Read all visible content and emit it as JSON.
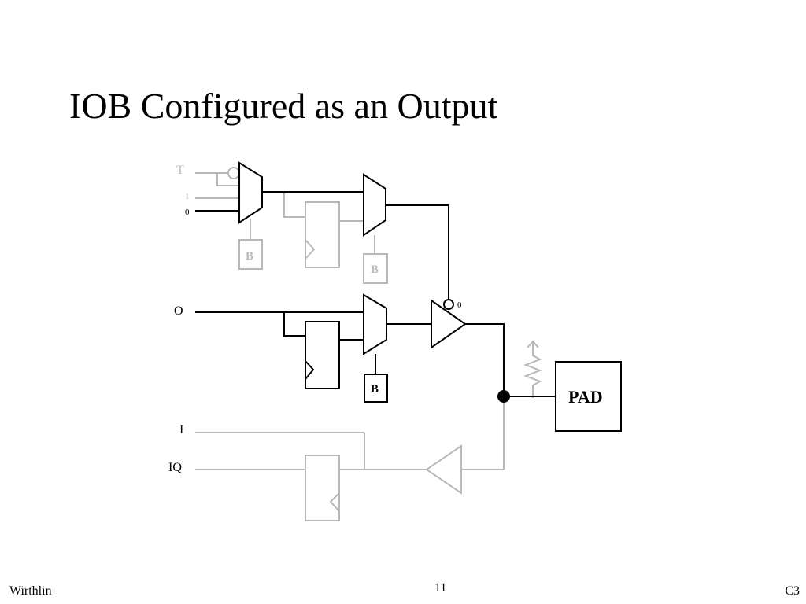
{
  "slide": {
    "title": "IOB Configured as an Output",
    "footer_left": "Wirthlin",
    "footer_center": "11",
    "footer_right": "C3"
  },
  "diagram": {
    "signals": {
      "t": "T",
      "one": "1",
      "zero": "0",
      "o": "O",
      "i": "I",
      "iq": "IQ",
      "tristate_zero": "0"
    },
    "blocks": {
      "b1": "B",
      "b2": "B",
      "b3": "B",
      "pad": "PAD"
    },
    "colors": {
      "active": "#000000",
      "inactive": "#b8b8b8"
    }
  }
}
